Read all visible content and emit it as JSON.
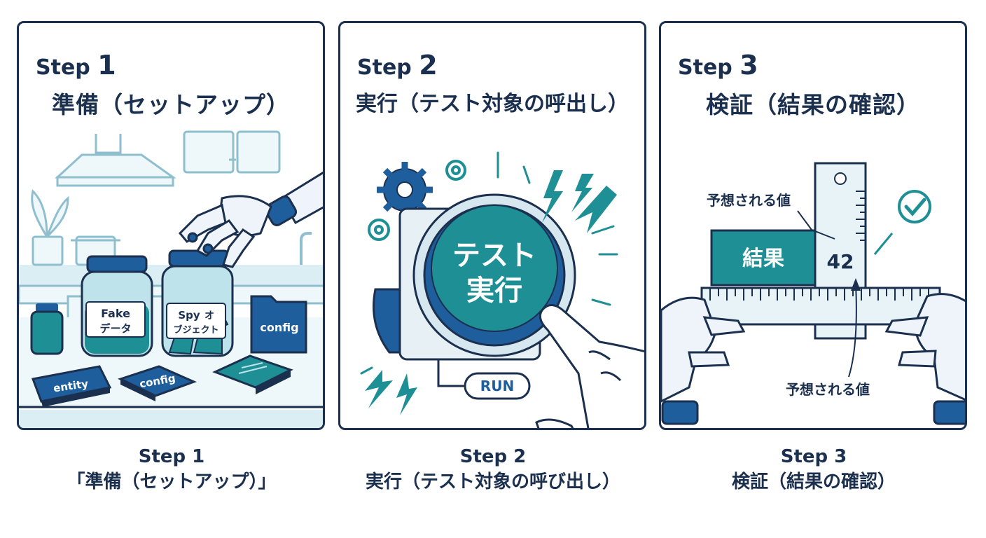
{
  "colors": {
    "navy": "#1b2f4e",
    "blue": "#1f5e9c",
    "teal": "#1f8f96",
    "light": "#dbeef4"
  },
  "panels": [
    {
      "step_word": "Step",
      "step_num": "1",
      "title": "準備（セットアップ）",
      "labels": {
        "fake": "Fake",
        "fake2": "データ",
        "spy": "Spy",
        "spy_ja": "オ",
        "spy2": "ブジェクト",
        "config_folder": "config",
        "entity": "entity",
        "config_book": "config"
      },
      "caption_step": "Step 1",
      "caption_title": "「準備（セットアップ）」"
    },
    {
      "step_word": "Step",
      "step_num": "2",
      "title": "実行（テスト対象の呼出し）",
      "button_line1": "テスト",
      "button_line2": "実行",
      "run_label": "RUN",
      "caption_step": "Step 2",
      "caption_title": "実行（テスト対象の呼び出し）"
    },
    {
      "step_word": "Step",
      "step_num": "3",
      "title": "検証（結果の確認）",
      "expected_top": "予想される値",
      "result_label": "結果",
      "value": "42",
      "expected_bottom": "予想される値",
      "caption_step": "Step 3",
      "caption_title": "検証（結果の確認）"
    }
  ]
}
